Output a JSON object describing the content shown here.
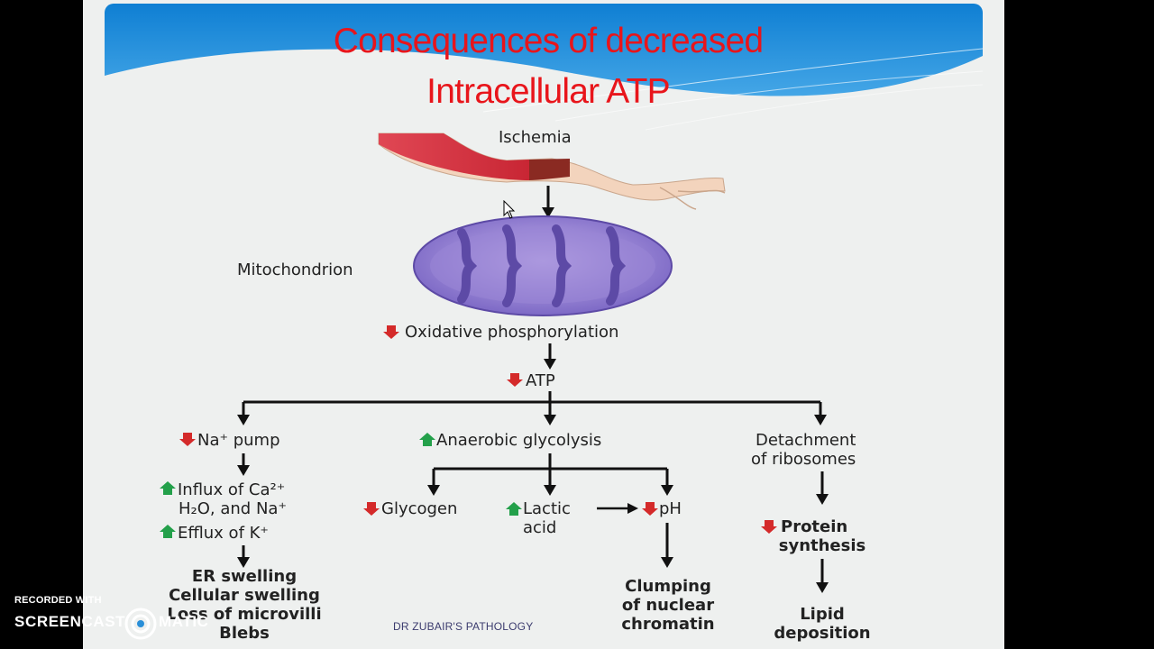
{
  "slide": {
    "title_line1": "Consequences of decreased",
    "title_line2": "Intracellular ATP",
    "footer": "DR ZUBAIR'S PATHOLOGY"
  },
  "diagram": {
    "ischemia": "Ischemia",
    "mitochondrion": "Mitochondrion",
    "oxidative": "Oxidative phosphorylation",
    "atp": "ATP",
    "na_pump": "Na⁺ pump",
    "anaerobic": "Anaerobic glycolysis",
    "detach1": "Detachment",
    "detach2": "of ribosomes",
    "influx1": "Influx of Ca²⁺",
    "influx2": "H₂O, and Na⁺",
    "efflux": "Efflux of K⁺",
    "er1": "ER swelling",
    "er2": "Cellular swelling",
    "er3": "Loss of microvilli",
    "er4": "Blebs",
    "glycogen": "Glycogen",
    "lactic1": "Lactic",
    "lactic2": "acid",
    "ph": "pH",
    "clump1": "Clumping",
    "clump2": "of nuclear",
    "clump3": "chromatin",
    "protein1": "Protein",
    "protein2": "synthesis",
    "lipid1": "Lipid",
    "lipid2": "deposition"
  },
  "colors": {
    "title": "#e8151b",
    "down_arrow": "#d42a2a",
    "up_arrow": "#23a04a",
    "banner": "#1d8fd9"
  },
  "watermark": {
    "recorded": "RECORDED WITH",
    "brand_left": "SCREENCAST",
    "brand_right": "MATIC"
  }
}
